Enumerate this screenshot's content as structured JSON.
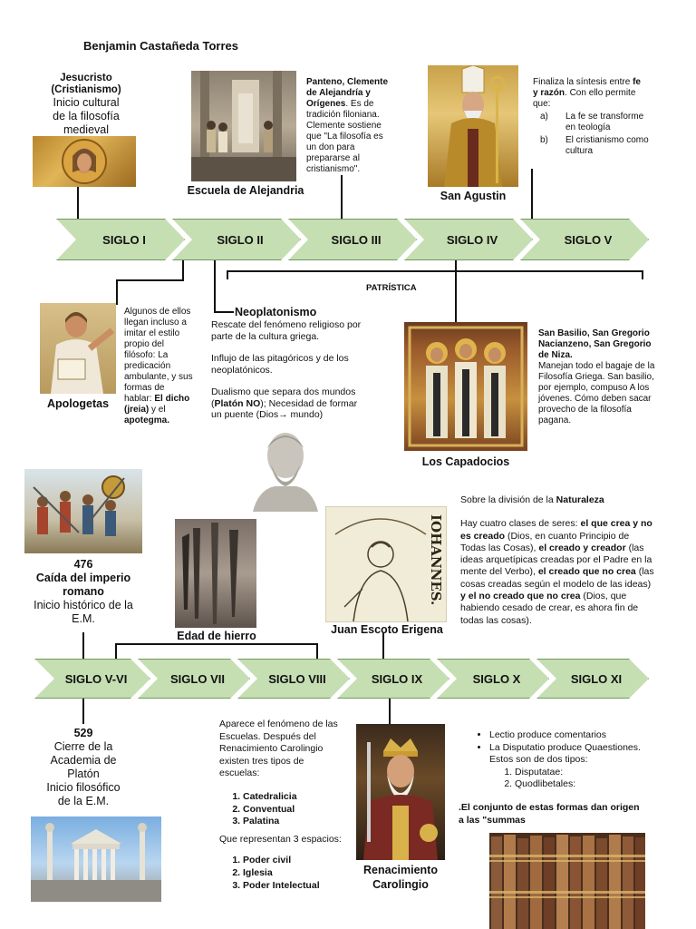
{
  "author": "Benjamin Castañeda Torres",
  "timeline1": {
    "arrows": [
      "SIGLO I",
      "SIGLO II",
      "SIGLO III",
      "SIGLO IV",
      "SIGLO V"
    ],
    "patristica": "PATRÍSTICA"
  },
  "timeline2": {
    "arrows": [
      "SIGLO V-VI",
      "SIGLO VII",
      "SIGLO VIII",
      "SIGLO IX",
      "SIGLO X",
      "SIGLO XI"
    ]
  },
  "jesus": {
    "line1": "Jesucristo",
    "line2": "(Cristianismo)",
    "line3": "Inicio cultural",
    "line4": "de la filosofía",
    "line5": "medieval"
  },
  "alejandria": {
    "caption": "Escuela de Alejandria",
    "bold1": "Panteno, Clemente",
    "bold2": "de Alejandría y",
    "bold3": "Orígenes",
    "rest1": ". Es de",
    "t1": "tradición filoniana.",
    "t2": "Clemente sostiene",
    "t3": "que \"La filosofía es",
    "t4": "un don para",
    "t5": "prepararse al",
    "t6": "cristianismo\"."
  },
  "agustin": {
    "caption": "San Agustin",
    "t1a": "Finaliza la síntesis entre ",
    "t1b": "fe",
    "t2a": "y razón",
    "t2b": ". Con ello permite",
    "t3": "que:",
    "items": [
      {
        "m": "a)",
        "l1": "La fe se transforme",
        "l2": "en teología"
      },
      {
        "m": "b)",
        "l1": "El cristianismo como",
        "l2": "cultura"
      }
    ]
  },
  "apologetas": {
    "caption": "Apologetas",
    "lines": [
      "Algunos de ellos",
      "llegan incluso a",
      "imitar el estilo",
      "propio del",
      "filósofo: La",
      "predicación",
      "ambulante, y sus",
      "formas de"
    ],
    "habla": "hablar: ",
    "dicho": "El dicho",
    "jreia": "(jreia)",
    "ye": " y el",
    "apotegma": "apotegma."
  },
  "neoplatonismo": {
    "title": "Neoplatonismo",
    "p1a": "Rescate del fenómeno religioso por",
    "p1b": "parte de la cultura griega.",
    "p2a": "Influjo de las pitagóricos y de los",
    "p2b": "neoplatónicos.",
    "p3a": "Dualismo que separa dos mundos",
    "p3b1": "(",
    "p3b2": "Platón NO",
    "p3b3": "); Necesidad de formar",
    "p3c": "un puente (Dios→ mundo)"
  },
  "capadocios": {
    "caption": "Los Capadocios",
    "b1": "San Basilio, San Gregorio",
    "b2": "Nacianzeno, San Gregorio",
    "b3": "de Niza.",
    "lines": [
      "Manejan todo el bagaje de la",
      "Filosofía Griega. San basilio,",
      "por ejemplo, compuso A los",
      "jóvenes. Cómo deben sacar",
      "provecho de la filosofía",
      "pagana."
    ]
  },
  "caida": {
    "year": "476",
    "l1": "Caída del imperio",
    "l2": "romano",
    "l3": "Inicio histórico de la",
    "l4": "E.M."
  },
  "hierro": {
    "caption": "Edad de hierro"
  },
  "erigena": {
    "caption": "Juan Escoto Erigena",
    "inscription": "IOHANNES.",
    "head1": "Sobre la división de la ",
    "head2": "Naturaleza",
    "p1": "Hay cuatro clases de seres: ",
    "p2": "el que crea y no",
    "p3": "es creado",
    "p4": " (Dios, en cuanto Principio de",
    "p5": "Todas las Cosas), ",
    "p6": "el creado y creador",
    "p7": " (las",
    "p8": "ideas arquetípicas creadas por el Padre en la",
    "p9": "mente del Verbo), ",
    "p10": "el creado que no crea",
    "p11": " (las",
    "p12": "cosas creadas según el modelo de las ideas)",
    "p13": "y el no creado que no crea",
    "p14": " (Dios, que",
    "p15": "habiendo cesado de crear, es ahora fin de",
    "p16": "todas las cosas)."
  },
  "academia": {
    "year": "529",
    "l1": "Cierre de la",
    "l2": "Academia de",
    "l3": "Platón",
    "l4": "Inicio filosófico",
    "l5": "de la E.M."
  },
  "escuelas": {
    "l1": "Aparece el fenómeno de las",
    "l2": "Escuelas. Después del",
    "l3": "Renacimiento Carolingio",
    "l4": "existen tres tipos de",
    "l5": "escuelas:",
    "types": [
      "Catedralicia",
      "Conventual",
      "Palatina"
    ],
    "spaces_intro": "Que representan 3 espacios:",
    "spaces": [
      "Poder civil",
      "Iglesia",
      "Poder Intelectual"
    ]
  },
  "carolingio": {
    "l1": "Renacimiento",
    "l2": "Carolingio"
  },
  "lectio": {
    "b1": "Lectio produce comentarios",
    "b2": "La Disputatio produce Quaestiones.",
    "b3": "Estos son de dos tipos:",
    "sub": [
      "Disputatae:",
      "Quodlibetales:"
    ],
    "final1": ".El conjunto de estas formas dan origen",
    "final2": "a las \"summas"
  },
  "colors": {
    "arrow_fill": "#c5deb2",
    "arrow_border": "#6f9a5a"
  }
}
